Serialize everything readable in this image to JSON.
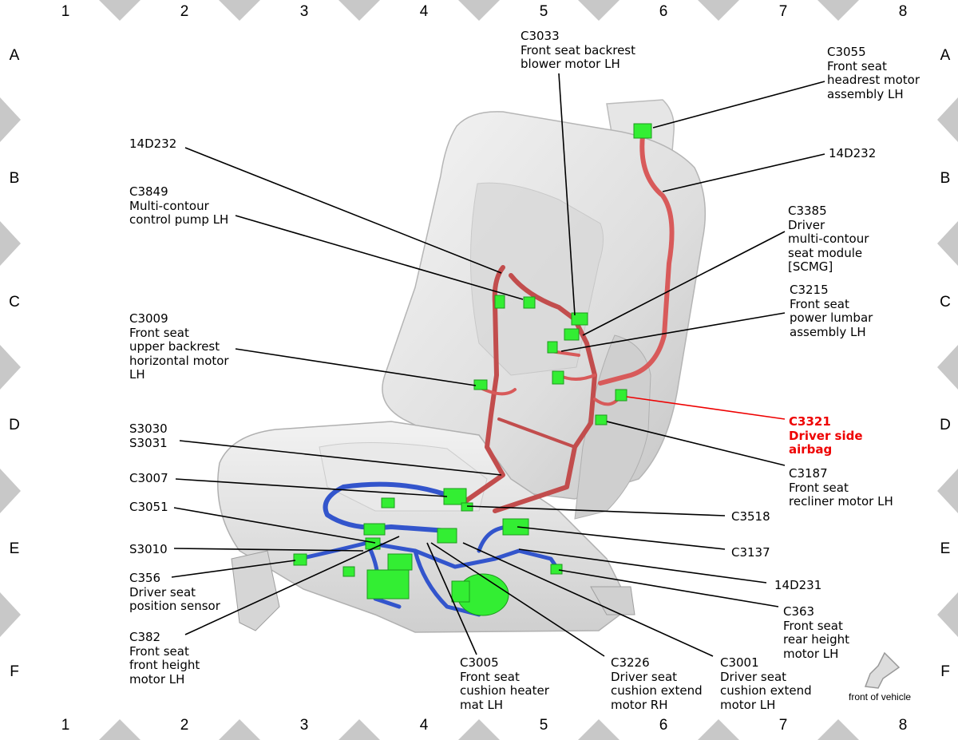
{
  "grid": {
    "columns": [
      "1",
      "2",
      "3",
      "4",
      "5",
      "6",
      "7",
      "8"
    ],
    "rows": [
      "A",
      "B",
      "C",
      "D",
      "E",
      "F"
    ]
  },
  "labels": {
    "c3033": "C3033\nFront seat backrest\nblower motor LH",
    "c3055": "C3055\nFront seat\nheadrest motor\nassembly LH",
    "w14d232_left": "14D232",
    "w14d232_right": "14D232",
    "c3849": "C3849\nMulti-contour\ncontrol pump LH",
    "c3385": "C3385\nDriver\nmulti-contour\nseat module\n[SCMG]",
    "c3215": "C3215\nFront seat\npower lumbar\nassembly LH",
    "c3009": "C3009\nFront seat\nupper backrest\nhorizontal motor\nLH",
    "c3321": "C3321\nDriver side\nairbag",
    "s3030": "S3030\nS3031",
    "c3187": "C3187\nFront seat\nrecliner motor LH",
    "c3007": "C3007",
    "c3518": "C3518",
    "c3051": "C3051",
    "c3137": "C3137",
    "s3010": "S3010",
    "w14d231": "14D231",
    "c356": "C356\nDriver seat\nposition sensor",
    "c363": "C363\nFront seat\nrear height\nmotor LH",
    "c382": "C382\nFront seat\nfront height\nmotor LH",
    "c3005": "C3005\nFront seat\ncushion heater\nmat LH",
    "c3226": "C3226\nDriver seat\ncushion extend\nmotor RH",
    "c3001": "C3001\nDriver seat\ncushion extend\nmotor LH"
  },
  "front_of_vehicle": "front of vehicle",
  "colors": {
    "highlight": "#ee0000",
    "connector": "#33ee33",
    "harness_red": "#d85a5a",
    "harness_blue": "#3355cc",
    "border_marker": "#c8c8c8"
  },
  "icons": {
    "front_arrow": "arrow-down-left-icon"
  }
}
